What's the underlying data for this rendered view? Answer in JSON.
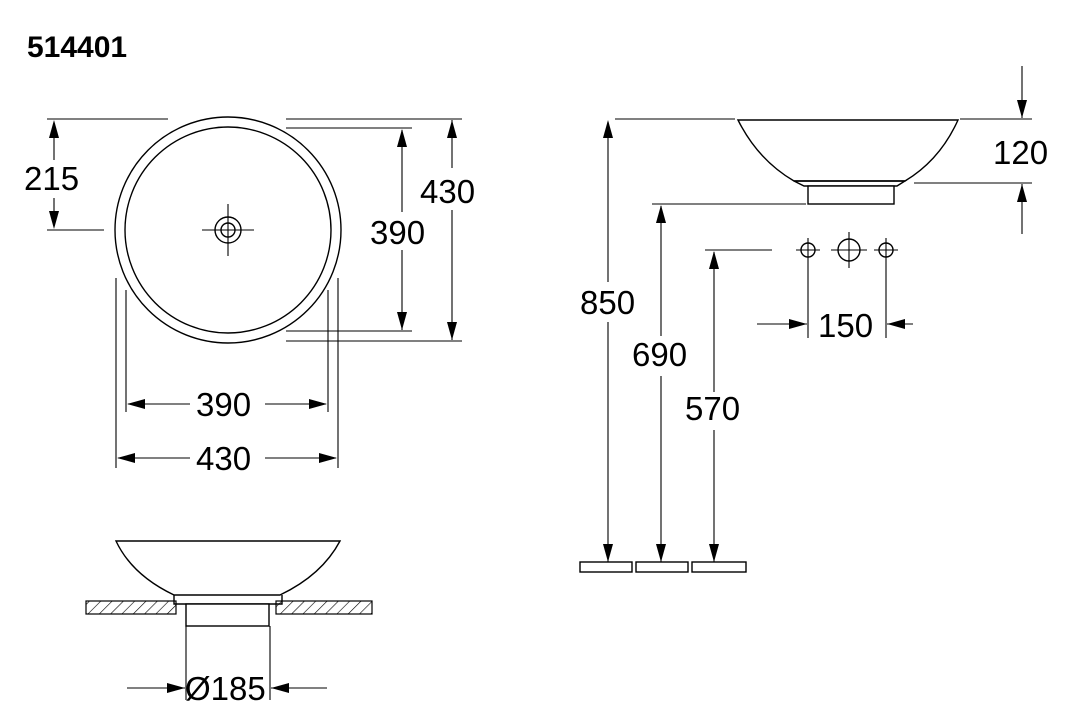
{
  "title": "514401",
  "top_view": {
    "dim_215": "215",
    "dim_outer_height": "430",
    "dim_inner_height": "390",
    "dim_inner_width": "390",
    "dim_outer_width": "430"
  },
  "side_view": {
    "dim_height": "120",
    "dim_850": "850",
    "dim_690": "690",
    "dim_570": "570",
    "dim_tap_spacing": "150"
  },
  "section_view": {
    "dim_diameter": "Ø185"
  }
}
